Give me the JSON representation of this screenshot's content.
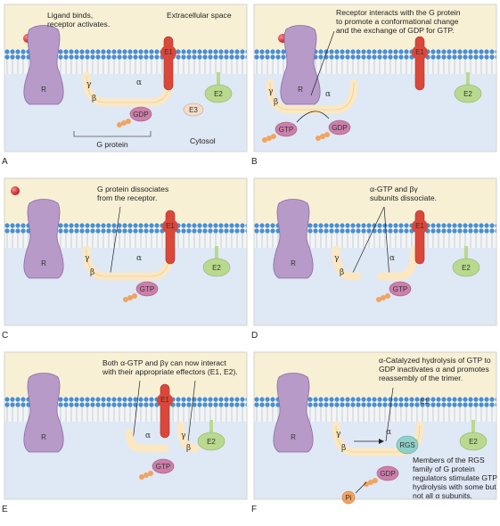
{
  "panels": [
    {
      "letter": "A",
      "caption": [
        "Ligand binds,",
        "receptor activates."
      ],
      "extracellular_label": "Extracellular space",
      "cytosol_label": "Cytosol",
      "gprotein_label": "G protein",
      "receptor": "R",
      "effectors": [
        "E1",
        "E2",
        "E3"
      ],
      "subunits": [
        "γ",
        "β",
        "α"
      ],
      "nucleotide": "GDP"
    },
    {
      "letter": "B",
      "caption": [
        "Receptor interacts with the G protein",
        "to promote a conformational change",
        "and the exchange of GDP for GTP."
      ],
      "receptor": "R",
      "effectors": [
        "E1",
        "E2"
      ],
      "subunits": [
        "γ",
        "β",
        "α"
      ],
      "nucleotides": [
        "GTP",
        "GDP"
      ]
    },
    {
      "letter": "C",
      "caption": [
        "G protein dissociates",
        "from the receptor."
      ],
      "receptor": "R",
      "effectors": [
        "E1",
        "E2"
      ],
      "subunits": [
        "γ",
        "β",
        "α"
      ],
      "nucleotide": "GTP"
    },
    {
      "letter": "D",
      "caption": [
        "α-GTP and βγ",
        "subunits dissociate."
      ],
      "receptor": "R",
      "effectors": [
        "E1",
        "E2"
      ],
      "subunits": [
        "γ",
        "β",
        "α"
      ],
      "nucleotide": "GTP"
    },
    {
      "letter": "E",
      "caption": [
        "Both α-GTP and βγ can now interact",
        "with their appropriate effectors (E1, E2)."
      ],
      "receptor": "R",
      "effectors": [
        "E1",
        "E2"
      ],
      "subunits": [
        "α",
        "γ",
        "β"
      ],
      "nucleotide": "GTP"
    },
    {
      "letter": "F",
      "caption": [
        "α-Catalyzed hydrolysis of GTP to",
        "GDP inactivates α and promotes",
        "reassembly of the trimer."
      ],
      "receptor": "R",
      "effectors": [
        "E1",
        "E2"
      ],
      "regulator": "RGS",
      "subunits": [
        "γ",
        "β",
        "α"
      ],
      "nucleotide": "GDP",
      "phosphate": "Pi",
      "note": [
        "Members of the RGS",
        "family of G protein",
        "regulators stimulate GTP",
        "hydrolysis with some but",
        "not all α subunits."
      ]
    }
  ],
  "colors": {
    "extracellular": "#f8f0d5",
    "cytosol": "#dfe8f5",
    "membrane_head": "#4a8fcf",
    "membrane_tail": "#ffffff",
    "receptor": "#b79ac8",
    "effector1": "#d9483b",
    "effector2": "#b9d98f",
    "effector3": "#f2dcc8",
    "gprotein": "#fbe8c2",
    "nucleotide": "#cc7faa",
    "rgs": "#8fd0c8",
    "ligand": "#d4252a",
    "phosphate": "#f2a35f"
  }
}
